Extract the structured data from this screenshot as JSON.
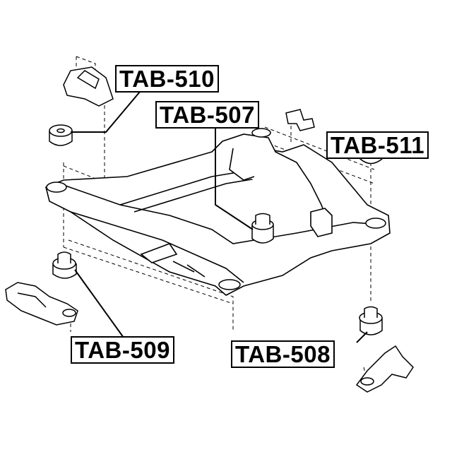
{
  "labels": {
    "tab510": "TAB-510",
    "tab507": "TAB-507",
    "tab511": "TAB-511",
    "tab509": "TAB-509",
    "tab508": "TAB-508"
  },
  "colors": {
    "line": "#000000",
    "background": "#ffffff"
  }
}
